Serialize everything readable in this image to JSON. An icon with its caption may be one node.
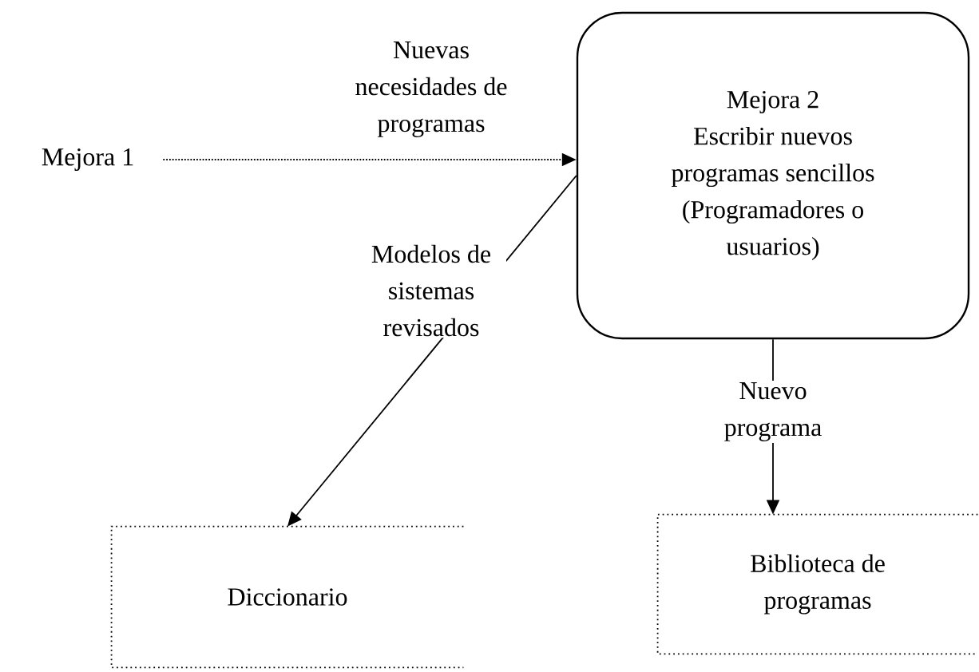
{
  "diagram": {
    "nodes": [
      {
        "text": [
          "Mejora 1"
        ]
      },
      {
        "text": [
          "Mejora 2",
          "Escribir nuevos programas sencillos (Programadores o usuarios)"
        ]
      },
      {
        "text": [
          "Diccionario"
        ]
      },
      {
        "text": [
          "Biblioteca de programas"
        ]
      }
    ],
    "edges": [
      {
        "from": 0,
        "to": 1,
        "arrow": "to",
        "style": "dashed",
        "label": "Nuevas necesidades de programas"
      },
      {
        "from": 1,
        "to": 2,
        "arrow": "to",
        "label": "Modelos de sistemas revisados"
      },
      {
        "from": 1,
        "to": 3,
        "arrow": "to",
        "label": "Nuevo programa"
      }
    ]
  }
}
